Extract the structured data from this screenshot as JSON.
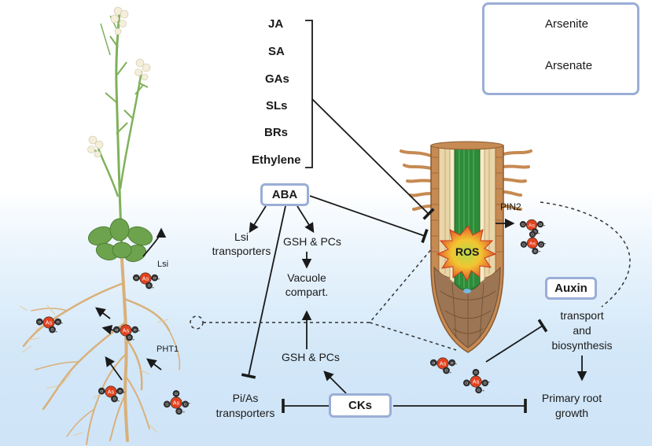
{
  "hormones": [
    "JA",
    "SA",
    "GAs",
    "SLs",
    "BRs",
    "Ethylene"
  ],
  "boxes": {
    "aba": "ABA",
    "cks": "CKs",
    "auxin": "Auxin"
  },
  "legend": {
    "arsenite": "Arsenite",
    "arsenate": "Arsenate"
  },
  "labels": {
    "lsi_transporters": "Lsi\ntransporters",
    "gsh_pcs_top": "GSH & PCs",
    "vacuole": "Vacuole\ncompart.",
    "gsh_pcs_bottom": "GSH & PCs",
    "pi_as": "Pi/As\ntransporters",
    "primary_root": "Primary root\ngrowth",
    "transport": "transport\nand\nbiosynthesis",
    "pin2": "PIN2",
    "ros": "ROS",
    "lsi_small": "Lsi",
    "pht1": "PHT1",
    "as": "As",
    "o": "O",
    "minus": "-"
  },
  "colors": {
    "arrow": "#1a1a1a",
    "box_border": "#9aaed6",
    "as_atom": "#e0421e",
    "o_atom": "#333333",
    "leaf": "#6da34d",
    "root": "#d9b07a",
    "stele": "#2e8b3a",
    "cortex": "#c68a53",
    "root_cap": "#9c7554"
  }
}
